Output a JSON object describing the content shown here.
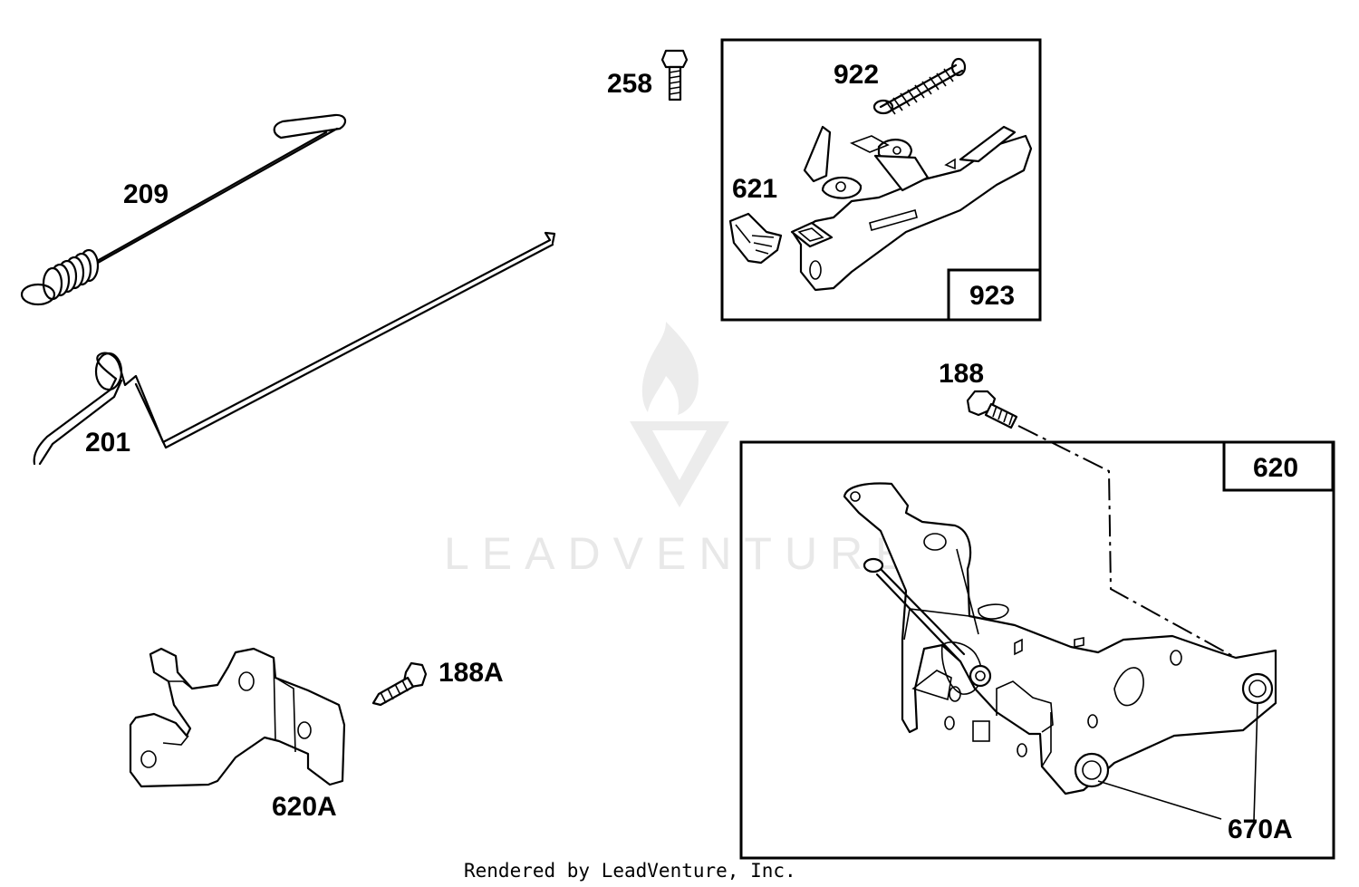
{
  "labels": {
    "spring_209": "209",
    "rod_201": "201",
    "screw_258": "258",
    "spring_922": "922",
    "lever_621": "621",
    "assembly_923": "923",
    "screw_188": "188",
    "bracket_620": "620",
    "bracket_620A": "620A",
    "screw_188A": "188A",
    "bushing_670A": "670A"
  },
  "watermark": "LEADVENTURE",
  "credit": "Rendered by LeadVenture, Inc."
}
